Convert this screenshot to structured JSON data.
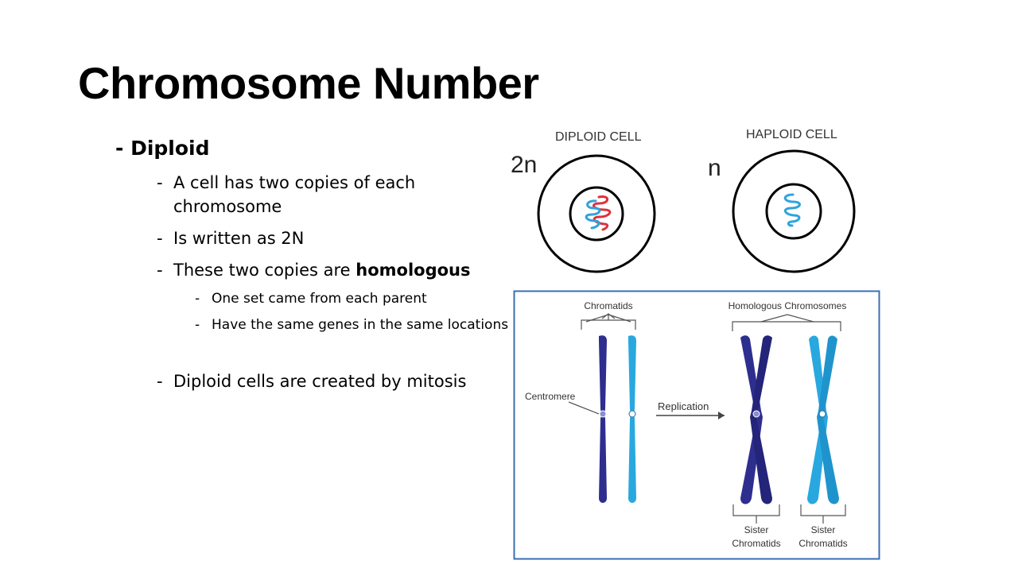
{
  "slide": {
    "title": "Chromosome Number",
    "heading": "- Diploid",
    "bullets": [
      {
        "dash": "-",
        "text": "A cell has two copies of each chromosome"
      },
      {
        "dash": "-",
        "text": "Is written as 2N"
      },
      {
        "dash": "-",
        "text_before": "These two copies are ",
        "text_bold": "homologous"
      }
    ],
    "sub_bullets": [
      {
        "dash": "-",
        "text": "One set came from each parent"
      },
      {
        "dash": "-",
        "text": "Have the same genes in the same locations"
      }
    ],
    "final_bullet": {
      "dash": "-",
      "text": "Diploid cells are created by mitosis"
    }
  },
  "cell_figure": {
    "diploid_label": "DIPLOID CELL",
    "diploid_ploidy": "2n",
    "haploid_label": "HAPLOID CELL",
    "haploid_ploidy": "n",
    "colors": {
      "red": "#e0303a",
      "blue": "#2fa3dc",
      "outline": "#000000"
    }
  },
  "chromosome_figure": {
    "label_chromatids": "Chromatids",
    "label_homologous": "Homologous Chromosomes",
    "label_centromere": "Centromere",
    "label_replication": "Replication",
    "sister_label_line1": "Sister",
    "sister_label_line2": "Chromatids",
    "colors": {
      "dark": "#2e2e8f",
      "light": "#29a8e0",
      "border": "#3a6fb4"
    }
  }
}
